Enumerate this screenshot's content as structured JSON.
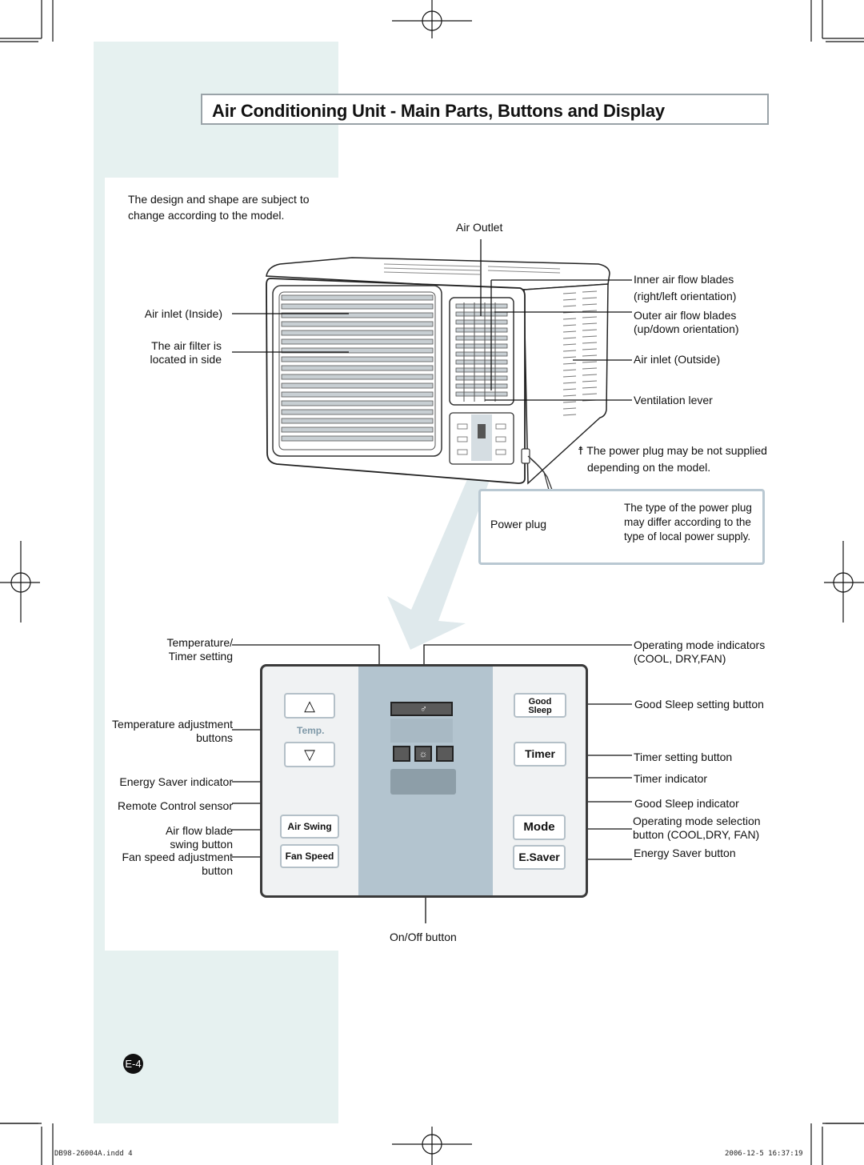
{
  "page": {
    "title": "Air Conditioning Unit - Main Parts, Buttons and Display",
    "note": [
      "The design and shape are subject to",
      "change according to the model."
    ],
    "page_number": "E-4",
    "footer_file": "DB98-26004A.indd   4",
    "footer_date": "2006-12-5    16:37:19"
  },
  "unit_labels": {
    "air_outlet": "Air Outlet",
    "air_inlet_inside": "Air inlet (Inside)",
    "filter": [
      "The air filter is",
      "located in side"
    ],
    "inner_blades": [
      "Inner air flow blades",
      "(right/left orientation)"
    ],
    "outer_blades": [
      "Outer air flow blades",
      "(up/down orientation)"
    ],
    "air_inlet_outside": "Air inlet (Outside)",
    "ventilation": "Ventilation lever",
    "plug_note": [
      "The power plug may be not supplied",
      "depending on the model."
    ],
    "power_plug": "Power plug",
    "plug_type": [
      "The type of the power plug",
      "may differ according to the",
      "type of local power supply."
    ]
  },
  "panel_labels": {
    "temp_timer": [
      "Temperature/",
      "Timer setting"
    ],
    "temp_adjust": [
      "Temperature adjustment",
      "buttons"
    ],
    "energy_ind": "Energy Saver indicator",
    "remote_sensor": "Remote Control sensor",
    "air_swing": [
      "Air flow blade",
      "swing button"
    ],
    "fan_speed": [
      "Fan speed adjustment",
      "button"
    ],
    "mode_ind": [
      "Operating mode indicators",
      "(COOL, DRY,FAN)"
    ],
    "good_sleep_btn": "Good Sleep setting button",
    "timer_btn": "Timer setting button",
    "timer_ind": "Timer indicator",
    "good_sleep_ind": "Good Sleep indicator",
    "mode_btn": [
      "Operating mode selection",
      "button (COOL,DRY, FAN)"
    ],
    "esaver_btn": "Energy Saver button",
    "onoff": "On/Off button"
  },
  "panel_buttons": {
    "up": "△",
    "down": "▽",
    "temp": "Temp.",
    "good_sleep": [
      "Good",
      "Sleep"
    ],
    "timer": "Timer",
    "mode": "Mode",
    "esaver": "E.Saver",
    "air_swing": "Air Swing",
    "fan_speed": "Fan Speed"
  }
}
